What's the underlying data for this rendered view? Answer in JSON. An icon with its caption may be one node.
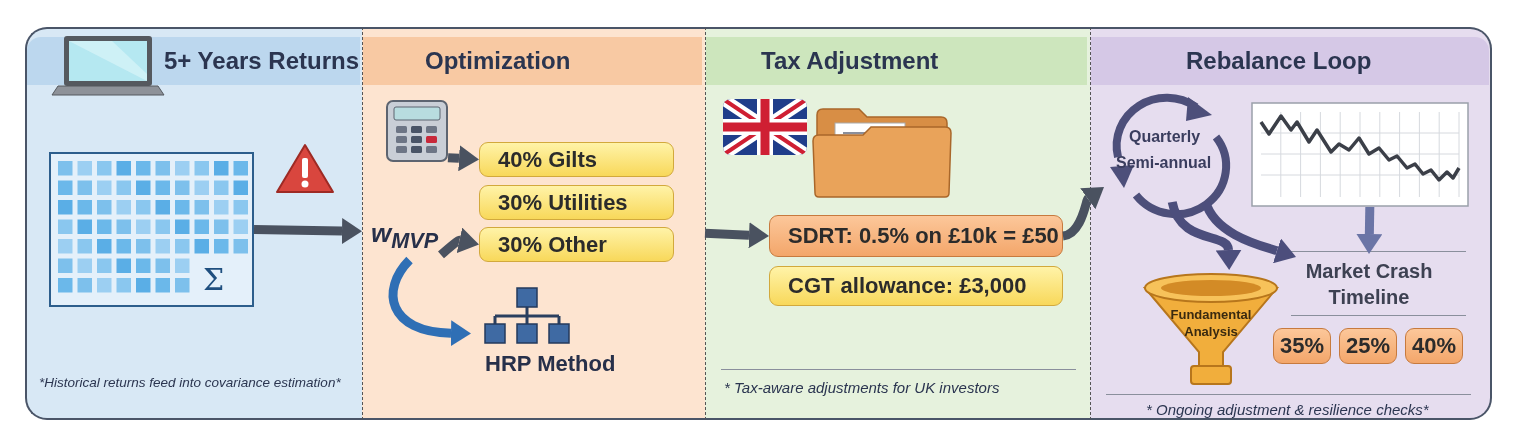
{
  "diagram": {
    "nodes": [
      {
        "text": [
          "5+ Years Returns",
          "*Historical returns feed into covariance estimation*"
        ]
      },
      {
        "text": [
          "Optimization"
        ]
      },
      {
        "text": [
          "Tax Adjustment",
          "* Tax-aware adjustments for UK investors"
        ]
      },
      {
        "text": [
          "Rebalance Loop",
          "* Ongoing adjustment & resilience checks*"
        ]
      },
      {
        "text": [
          "Σ"
        ],
        "in": 0
      },
      {
        "text": [],
        "shape": "picture",
        "in": 1
      },
      {
        "text": [
          "40% Gilts"
        ],
        "in": 1
      },
      {
        "text": [
          "30% Utilities"
        ],
        "in": 1
      },
      {
        "text": [
          "30% Other"
        ],
        "in": 1
      },
      {
        "text": [
          "w$_{MVP}$"
        ],
        "in": 1
      },
      {
        "text": [
          "HRP Method"
        ],
        "in": 1
      },
      {
        "text": [
          "SDRT: 0.5% on £10k = £50"
        ],
        "in": 2
      },
      {
        "text": [
          "CGT allowance: £3,000"
        ],
        "in": 2
      },
      {
        "text": [
          "Quarterly",
          "Semi-annual"
        ],
        "in": 3
      },
      {
        "text": [],
        "shape": "picture",
        "in": 3
      },
      {
        "text": [
          "Market Crash Timeline"
        ],
        "in": 3
      },
      {
        "text": [
          "Fundamental Analysis"
        ],
        "in": 3
      },
      {
        "text": [
          "35%"
        ],
        "in": 3
      },
      {
        "text": [
          "25%"
        ],
        "in": 3
      },
      {
        "text": [
          "40%"
        ],
        "in": 3
      }
    ],
    "edges": [
      {
        "from": 4,
        "to": 1,
        "arrow": "to"
      },
      {
        "from": 5,
        "to": 6,
        "arrow": "to"
      },
      {
        "from": 9,
        "to": 8,
        "arrow": "to"
      },
      {
        "from": 9,
        "to": 10,
        "arrow": "to",
        "color": "#2f6fb5"
      },
      {
        "from": 1,
        "to": 11,
        "arrow": "to"
      },
      {
        "from": 11,
        "to": 13,
        "arrow": "to"
      },
      {
        "from": 13,
        "to": 16,
        "arrow": "to",
        "color": "#4c4e7c"
      },
      {
        "from": 13,
        "to": 15,
        "arrow": "to",
        "color": "#4c4e7c"
      },
      {
        "from": 14,
        "to": 15,
        "arrow": "to",
        "color": "#6b75a6"
      }
    ]
  }
}
